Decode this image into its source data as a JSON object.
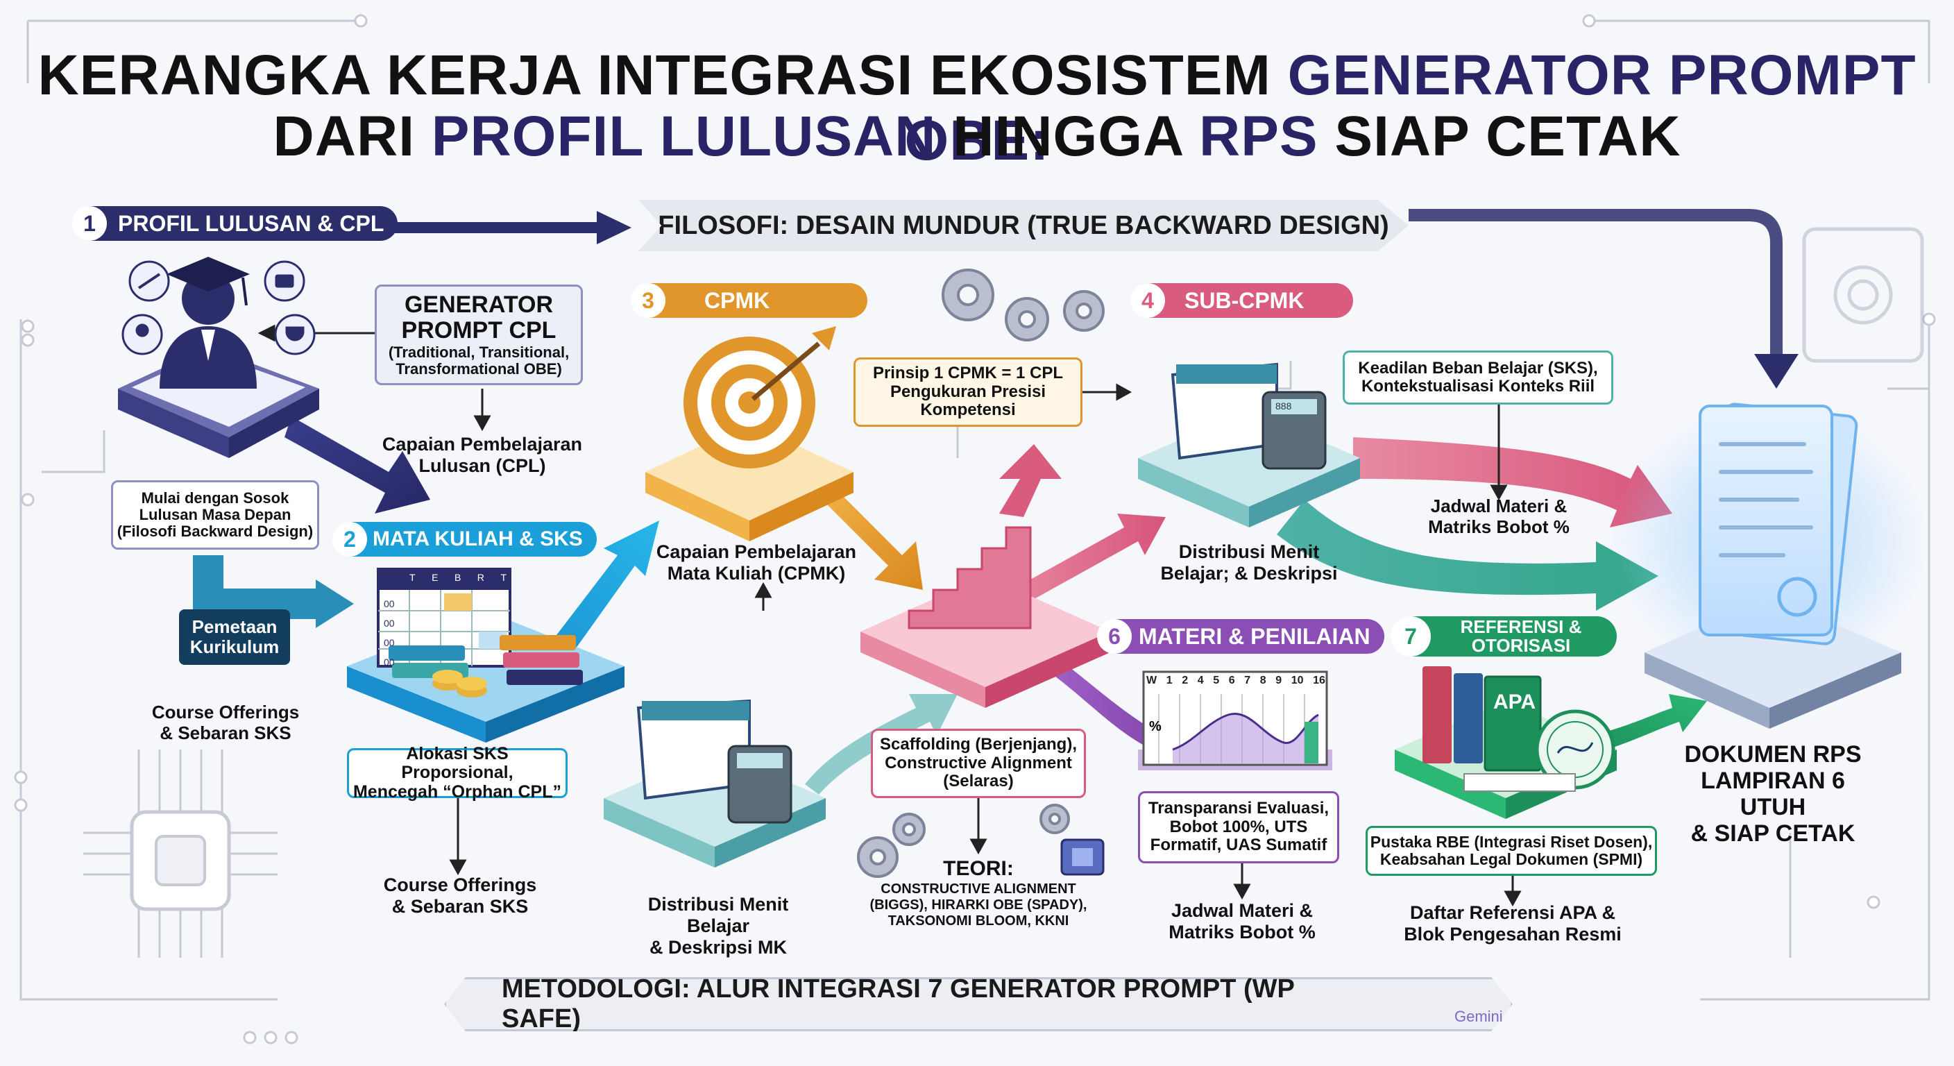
{
  "title": {
    "line1_a": "KERANGKA KERJA INTEGRASI EKOSISTEM ",
    "line1_b": "GENERATOR PROMPT OBE:",
    "line2_a": "DARI ",
    "line2_b": "PROFIL LULUSAN",
    "line2_c": " HINGGA ",
    "line2_d": "RPS",
    "line2_e": " SIAP CETAK"
  },
  "philosophy_banner": "FILOSOFI: DESAIN MUNDUR (TRUE BACKWARD DESIGN)",
  "methodology_banner": "METODOLOGI: ALUR INTEGRASI 7 GENERATOR PROMPT (WP SAFE)",
  "gemini_label": "Gemini",
  "steps": [
    {
      "num": "1",
      "label": "PROFIL LULUSAN & CPL"
    },
    {
      "num": "2",
      "label": "MATA KULIAH & SKS"
    },
    {
      "num": "3",
      "label": "CPMK"
    },
    {
      "num": "4",
      "label": "SUB-CPMK"
    },
    {
      "num": "6",
      "label": "MATERI & PENILAIAN"
    },
    {
      "num": "7",
      "label": "REFERENSI & OTORISASI"
    }
  ],
  "cpl_generator": {
    "l1": "GENERATOR",
    "l2": "PROMPT CPL",
    "l3": "(Traditional, Transitional,",
    "l4": "Transformational OBE)"
  },
  "cpl_output": {
    "l1": "Capaian Pembelajaran",
    "l2": "Lulusan (CPL)"
  },
  "graduate_note": {
    "l1": "Mulai dengan Sosok",
    "l2": "Lulusan Masa Depan",
    "l3": "(Filosofi Backward Design)"
  },
  "pemetaan": {
    "l1": "Pemetaan",
    "l2": "Kurikulum"
  },
  "course_offerings_left": {
    "l1": "Course Offerings",
    "l2": "& Sebaran SKS"
  },
  "sks_note": {
    "l1": "Alokasi SKS Proporsional,",
    "l2": "Mencegah “Orphan CPL”"
  },
  "course_offerings_bottom": {
    "l1": "Course Offerings",
    "l2": "& Sebaran SKS"
  },
  "cpmk_principle": {
    "l1": "Prinsip 1 CPMK = 1 CPL",
    "l2": "Pengukuran Presisi",
    "l3": "Kompetensi"
  },
  "cpmk_output": {
    "l1": "Capaian Pembelajaran",
    "l2": "Mata Kuliah (CPMK)"
  },
  "distribusi_mk": {
    "l1": "Distribusi Menit Belajar",
    "l2": "& Deskripsi MK"
  },
  "scaffolding": {
    "l1": "Scaffolding (Berjenjang),",
    "l2": "Constructive Alignment",
    "l3": "(Selaras)"
  },
  "teori": {
    "head": "TEORI:",
    "l1": "CONSTRUCTIVE ALIGNMENT",
    "l2": "(BIGGS), HIRARKI OBE (SPADY),",
    "l3": "TAKSONOMI BLOOM, KKNI"
  },
  "subcpmk_note": {
    "l1": "Keadilan Beban Belajar (SKS),",
    "l2": "Kontekstualisasi Konteks Riil"
  },
  "jadwal_top": {
    "l1": "Jadwal Materi &",
    "l2": "Matriks Bobot %"
  },
  "distribusi_sub": {
    "l1": "Distribusi Menit",
    "l2": "Belajar; & Deskripsi"
  },
  "chart_axis": {
    "w": "W",
    "weeks": [
      "1",
      "2",
      "4",
      "5",
      "6",
      "7",
      "8",
      "9",
      "10",
      "16"
    ],
    "pct": "%"
  },
  "evaluasi_note": {
    "l1": "Transparansi Evaluasi,",
    "l2": "Bobot 100%, UTS",
    "l3": "Formatif, UAS Sumatif"
  },
  "jadwal_bottom": {
    "l1": "Jadwal Materi &",
    "l2": "Matriks Bobot %"
  },
  "pustaka_note": {
    "l1": "Pustaka RBE (Integrasi Riset Dosen),",
    "l2": "Keabsahan Legal Dokumen (SPMI)"
  },
  "daftar_ref": {
    "l1": "Daftar Referensi APA &",
    "l2": "Blok Pengesahan Resmi"
  },
  "book_label": "APA",
  "final_doc": {
    "l1": "DOKUMEN RPS",
    "l2": "LAMPIRAN 6 UTUH",
    "l3": "& SIAP CETAK"
  },
  "calendar_header": {
    "c1": "T",
    "c2": "E",
    "c3": "B",
    "c4": "R",
    "c5": "T"
  },
  "calendar_rows": [
    "00",
    "00",
    "00",
    "00"
  ],
  "calculator_display": "888",
  "colors": {
    "navy": "#2b2e6b",
    "blue": "#1a9fd8",
    "orange": "#e0962a",
    "pink": "#d95b7e",
    "purple": "#8a4eb5",
    "green": "#1f9a62",
    "teal": "#3aa6a6"
  }
}
